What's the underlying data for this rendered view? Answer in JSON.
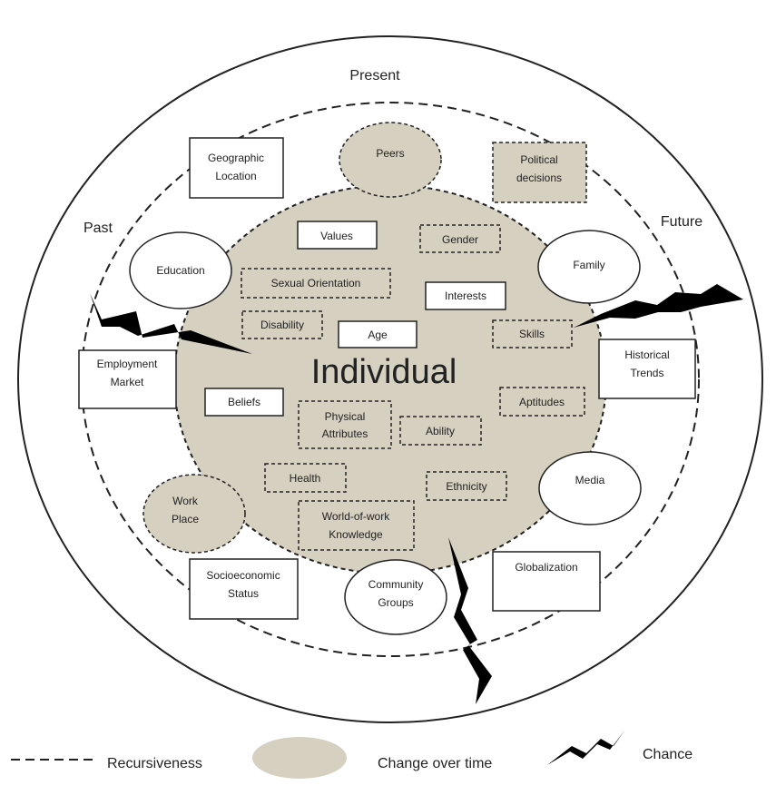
{
  "labels": {
    "present": "Present",
    "past": "Past",
    "future": "Future",
    "individual": "Individual"
  },
  "inner_items": {
    "values": "Values",
    "gender": "Gender",
    "sexual_orientation": "Sexual Orientation",
    "interests": "Interests",
    "disability": "Disability",
    "age": "Age",
    "skills": "Skills",
    "beliefs": "Beliefs",
    "aptitudes": "Aptitudes",
    "physical_attributes": [
      "Physical",
      "Attributes"
    ],
    "ability": "Ability",
    "health": "Health",
    "ethnicity": "Ethnicity",
    "world_of_work_knowledge": [
      "World-of-work",
      "Knowledge"
    ]
  },
  "ring_items": {
    "geographic_location": [
      "Geographic",
      "Location"
    ],
    "peers": "Peers",
    "political_decisions": [
      "Political",
      "decisions"
    ],
    "education": "Education",
    "family": "Family",
    "employment_market": [
      "Employment",
      "Market"
    ],
    "historical_trends": [
      "Historical",
      "Trends"
    ],
    "media": "Media",
    "work_place": [
      "Work",
      "Place"
    ],
    "socioeconomic_status": [
      "Socioeconomic",
      "Status"
    ],
    "community_groups": [
      "Community",
      "Groups"
    ],
    "globalization": "Globalization"
  },
  "legend": {
    "recursiveness": "Recursiveness",
    "change_over_time": "Change over time",
    "chance": "Chance"
  },
  "colors": {
    "individual_fill": "#d6d0c0",
    "outline": "#222222",
    "background": "#ffffff"
  }
}
